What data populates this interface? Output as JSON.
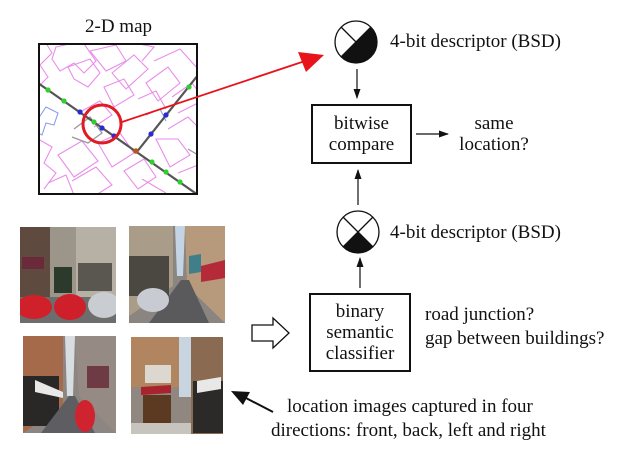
{
  "map": {
    "title": "2-D map",
    "colors": {
      "buildings": "#e98ee9",
      "buildings_alt": "#8f9bef",
      "road": "#555555",
      "node_green": "#2fcf2f",
      "node_blue": "#2b2bd6",
      "junction": "#b5561b",
      "highlight": "#e01b24"
    }
  },
  "descriptor_top": {
    "label": "4-bit descriptor (BSD)",
    "bits": "right+bottom black"
  },
  "descriptor_bottom": {
    "label": "4-bit descriptor (BSD)",
    "bits": "bottom black"
  },
  "compare": {
    "line1": "bitwise",
    "line2": "compare",
    "output_line1": "same",
    "output_line2": "location?"
  },
  "classifier": {
    "line1": "binary",
    "line2": "semantic",
    "line3": "classifier",
    "question1": "road junction?",
    "question2": "gap between buildings?"
  },
  "images": {
    "caption_line1": "location images captured in four",
    "caption_line2": "directions: front, back, left and right",
    "views": [
      "front",
      "back",
      "left",
      "right"
    ]
  },
  "arrow_color": "#e8141b"
}
